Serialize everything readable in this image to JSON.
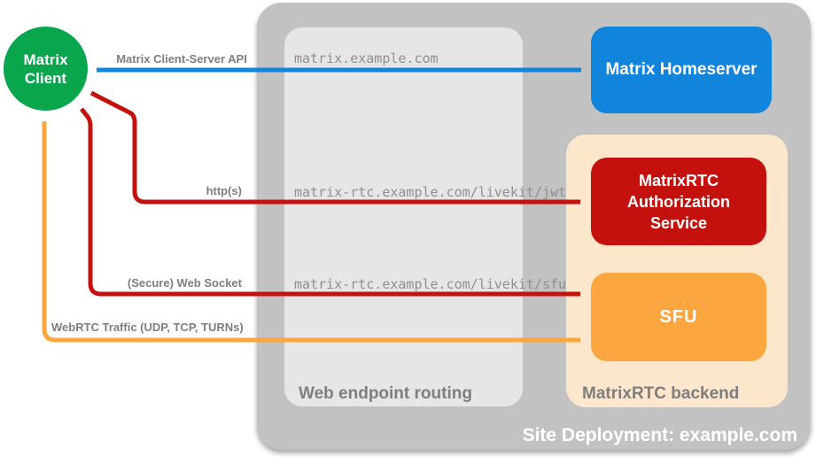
{
  "colors": {
    "green": "#0aa64e",
    "blue": "#1184db",
    "red": "#c5110e",
    "orange": "#fba63f",
    "peach": "#fce7cc",
    "outer_gray": "#c2c2c2",
    "inner_gray": "#e6e6e6",
    "label_gray": "#7e7e7e",
    "mono_gray": "#8f8f8f"
  },
  "nodes": {
    "matrix_client": {
      "line1": "Matrix",
      "line2": "Client"
    },
    "matrix_homeserver": {
      "label": "Matrix Homeserver"
    },
    "auth_service": {
      "label": "MatrixRTC Authorization Service"
    },
    "sfu": {
      "label": "SFU"
    }
  },
  "containers": {
    "site_deployment": {
      "label": "Site Deployment: example.com"
    },
    "web_endpoint_routing": {
      "label": "Web endpoint routing"
    },
    "matrixrtc_backend": {
      "label": "MatrixRTC backend"
    }
  },
  "endpoints": {
    "homeserver": "matrix.example.com",
    "jwt": "matrix-rtc.example.com/livekit/jwt",
    "sfu": "matrix-rtc.example.com/livekit/sfu"
  },
  "arrows": {
    "client_server_api": {
      "label": "Matrix Client-Server API",
      "color": "#1184db"
    },
    "https": {
      "label": "http(s)",
      "color": "#c5110e"
    },
    "websocket": {
      "label": "(Secure) Web Socket",
      "color": "#c5110e"
    },
    "webrtc": {
      "label": "WebRTC Traffic (UDP, TCP, TURNs)",
      "color": "#fba63f"
    }
  }
}
